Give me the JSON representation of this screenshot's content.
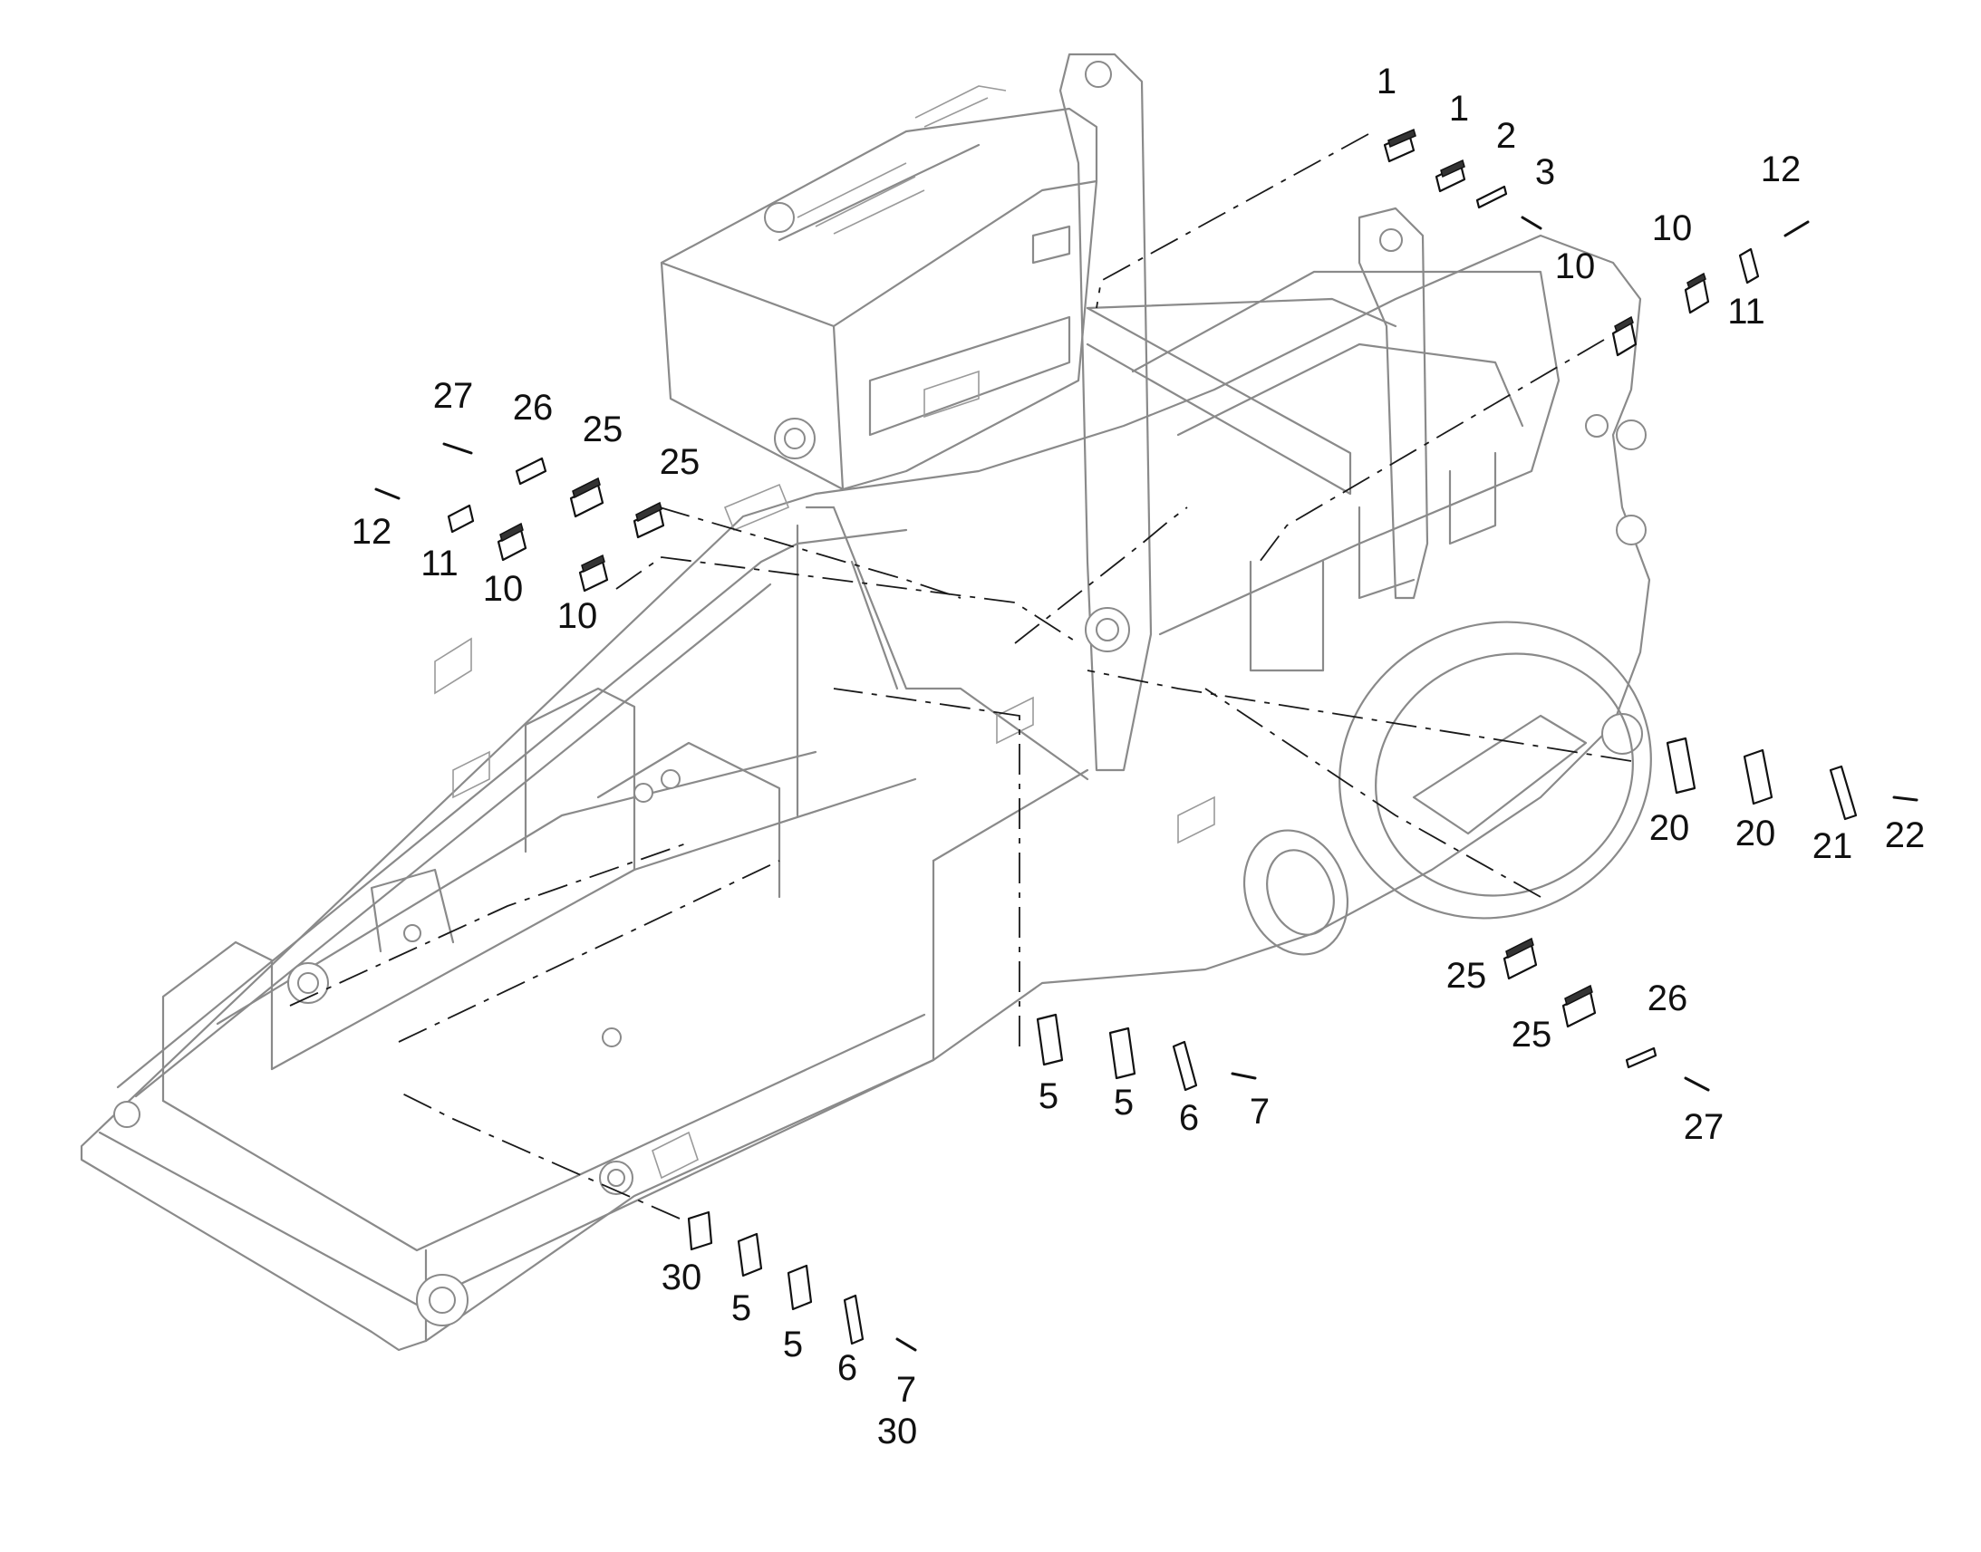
{
  "callouts": {
    "c_1a": "1",
    "c_1b": "1",
    "c_2": "2",
    "c_3": "3",
    "c_12a": "12",
    "c_10a": "10",
    "c_10b": "10",
    "c_11a": "11",
    "c_27a": "27",
    "c_26a": "26",
    "c_25a": "25",
    "c_25b": "25",
    "c_12b": "12",
    "c_11b": "11",
    "c_10c": "10",
    "c_10d": "10",
    "c_20a": "20",
    "c_20b": "20",
    "c_21": "21",
    "c_22": "22",
    "c_25c": "25",
    "c_26b": "26",
    "c_25d": "25",
    "c_27b": "27",
    "c_5a": "5",
    "c_5b": "5",
    "c_6a": "6",
    "c_7a": "7",
    "c_30a": "30",
    "c_5c": "5",
    "c_5d": "5",
    "c_6b": "6",
    "c_7b": "7",
    "c_30b": "30"
  }
}
